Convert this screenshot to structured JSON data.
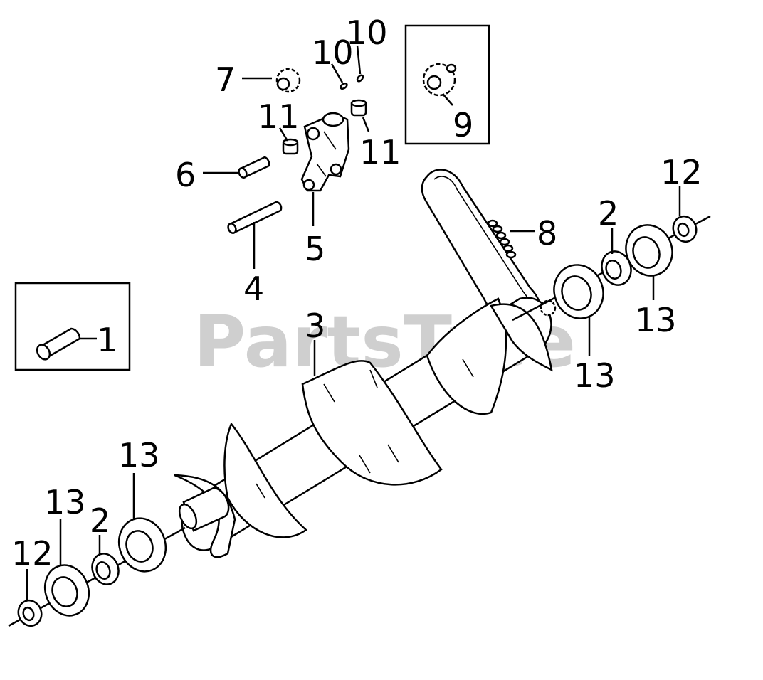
{
  "watermark": "PartsTree",
  "callouts": [
    {
      "key": "c7",
      "label": "7"
    },
    {
      "key": "c10a",
      "label": "10"
    },
    {
      "key": "c10b",
      "label": "10"
    },
    {
      "key": "c11a",
      "label": "11"
    },
    {
      "key": "c11b",
      "label": "11"
    },
    {
      "key": "c6",
      "label": "6"
    },
    {
      "key": "c5",
      "label": "5"
    },
    {
      "key": "c4",
      "label": "4"
    },
    {
      "key": "c9",
      "label": "9"
    },
    {
      "key": "c8",
      "label": "8"
    },
    {
      "key": "c12a",
      "label": "12"
    },
    {
      "key": "c2a",
      "label": "2"
    },
    {
      "key": "c13a",
      "label": "13"
    },
    {
      "key": "c13b",
      "label": "13"
    },
    {
      "key": "c1",
      "label": "1"
    },
    {
      "key": "c3",
      "label": "3"
    },
    {
      "key": "c13c",
      "label": "13"
    },
    {
      "key": "c13d",
      "label": "13"
    },
    {
      "key": "c2b",
      "label": "2"
    },
    {
      "key": "c12b",
      "label": "12"
    }
  ]
}
